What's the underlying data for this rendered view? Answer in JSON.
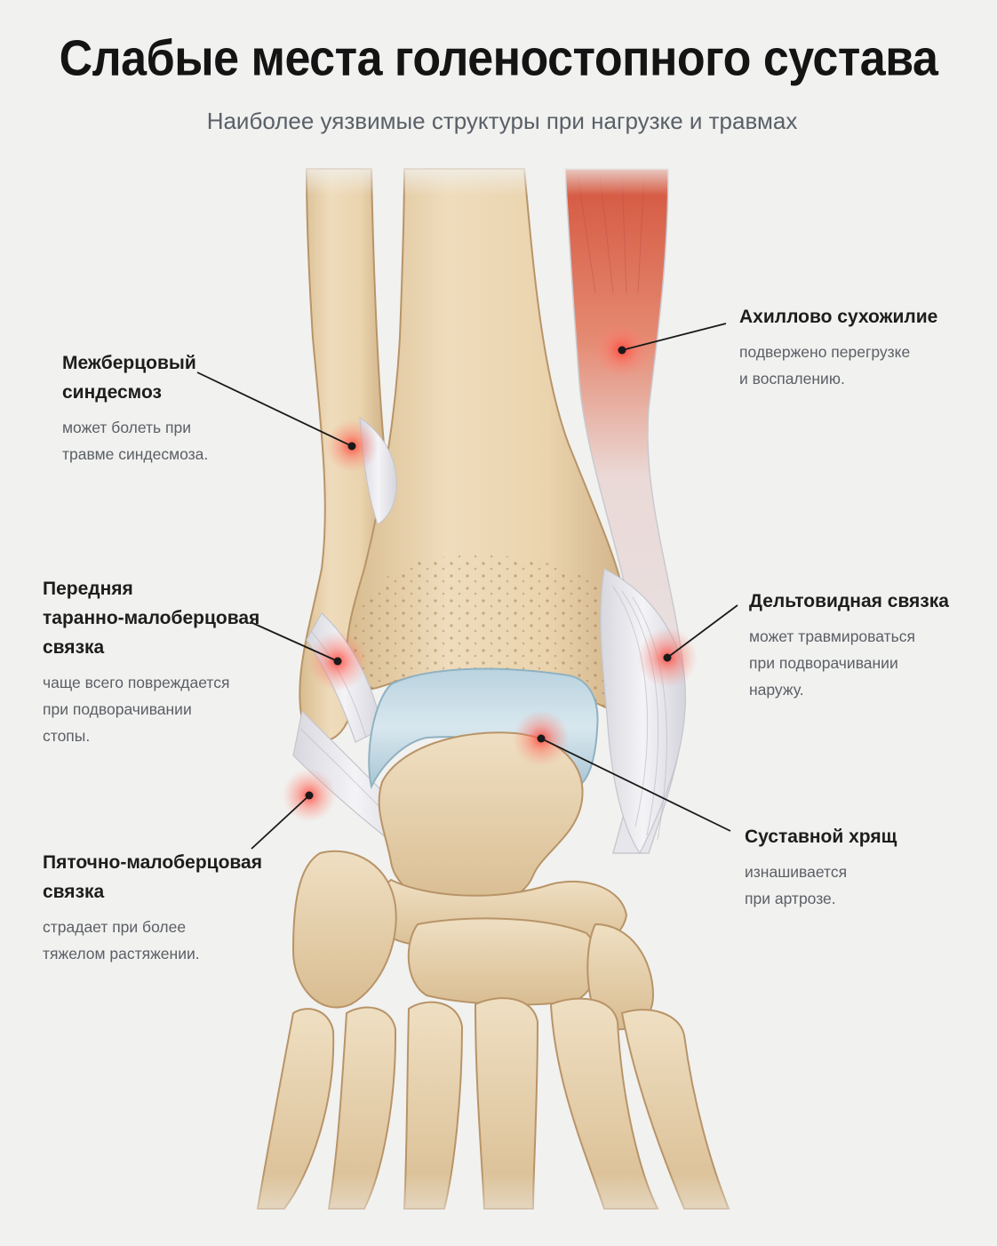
{
  "title": "Слабые места голеностопного сустава",
  "subtitle": "Наиболее уязвимые структуры при нагрузке и травмах",
  "callouts": [
    {
      "id": "syndesmosis",
      "title": "Межберцовый\nсиндесмоз",
      "desc": "может болеть при\nтравме синдесмоза."
    },
    {
      "id": "atfl",
      "title": "Передняя\nтаранно-малоберцовая\nсвязка",
      "desc": "чаще всего повреждается\nпри подворачивании\nстопы."
    },
    {
      "id": "cfl",
      "title": "Пяточно-малоберцовая\nсвязка",
      "desc": "страдает при более\nтяжелом растяжении."
    },
    {
      "id": "achilles",
      "title": "Ахиллово сухожилие",
      "desc": "подвержено перегрузке\nи воспалению."
    },
    {
      "id": "deltoid",
      "title": "Дельтовидная связка",
      "desc": "может травмироваться\nпри подворачивании\nнаружу."
    },
    {
      "id": "cartilage",
      "title": "Суставной хрящ",
      "desc": "изнашивается\nпри артрозе."
    }
  ],
  "colors": {
    "bone": "#e8d3b0",
    "bone_shadow": "#c9ab7f",
    "ligament": "#e9e9ee",
    "cartilage": "#c7dbe4",
    "muscle": "#d9604a",
    "hotspot": "#ff6a5c",
    "leader_line": "#1a1a1a"
  }
}
